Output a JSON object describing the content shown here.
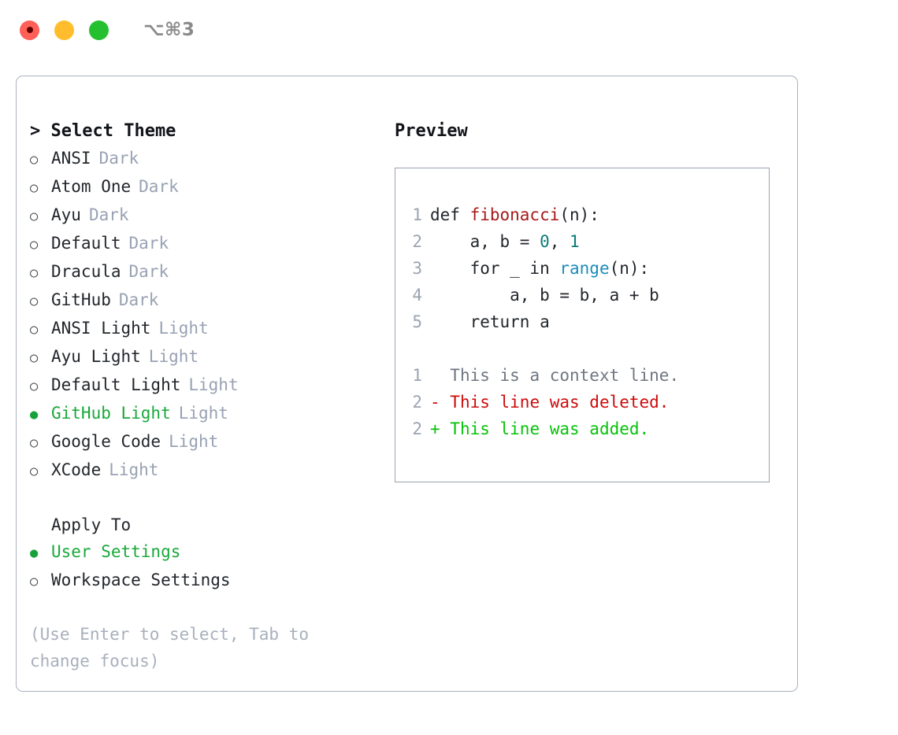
{
  "window": {
    "shortcut": "⌥⌘3",
    "buttons": [
      {
        "name": "close",
        "color": "#ff6058"
      },
      {
        "name": "minimize",
        "color": "#ffbd2e"
      },
      {
        "name": "maximize",
        "color": "#24c02f"
      }
    ]
  },
  "theme_selector": {
    "header": "> Select Theme",
    "marker_unselected": "○",
    "marker_selected": "●",
    "options": [
      {
        "label": "ANSI",
        "badge": "Dark",
        "selected": false
      },
      {
        "label": "Atom One",
        "badge": "Dark",
        "selected": false
      },
      {
        "label": "Ayu",
        "badge": "Dark",
        "selected": false
      },
      {
        "label": "Default",
        "badge": "Dark",
        "selected": false
      },
      {
        "label": "Dracula",
        "badge": "Dark",
        "selected": false
      },
      {
        "label": "GitHub",
        "badge": "Dark",
        "selected": false
      },
      {
        "label": "ANSI Light",
        "badge": "Light",
        "selected": false
      },
      {
        "label": "Ayu Light",
        "badge": "Light",
        "selected": false
      },
      {
        "label": "Default Light",
        "badge": "Light",
        "selected": false
      },
      {
        "label": "GitHub Light",
        "badge": "Light",
        "selected": true
      },
      {
        "label": "Google Code",
        "badge": "Light",
        "selected": false
      },
      {
        "label": "XCode",
        "badge": "Light",
        "selected": false
      }
    ]
  },
  "apply_to": {
    "header": "Apply To",
    "options": [
      {
        "label": "User Settings",
        "selected": true
      },
      {
        "label": "Workspace Settings",
        "selected": false
      }
    ]
  },
  "hint": "(Use Enter to select, Tab to change focus)",
  "preview": {
    "title": "Preview",
    "code_lines": [
      {
        "num": "1",
        "segments": [
          {
            "text": "def ",
            "kind": "plain"
          },
          {
            "text": "fibonacci",
            "kind": "fn"
          },
          {
            "text": "(n):",
            "kind": "plain"
          }
        ]
      },
      {
        "num": "2",
        "segments": [
          {
            "text": "    a, b = ",
            "kind": "plain"
          },
          {
            "text": "0",
            "kind": "num"
          },
          {
            "text": ", ",
            "kind": "plain"
          },
          {
            "text": "1",
            "kind": "num"
          }
        ]
      },
      {
        "num": "3",
        "segments": [
          {
            "text": "    for _ in ",
            "kind": "plain"
          },
          {
            "text": "range",
            "kind": "call"
          },
          {
            "text": "(n):",
            "kind": "plain"
          }
        ]
      },
      {
        "num": "4",
        "segments": [
          {
            "text": "        a, b = b, a + b",
            "kind": "plain"
          }
        ]
      },
      {
        "num": "5",
        "segments": [
          {
            "text": "    return a",
            "kind": "plain"
          }
        ]
      }
    ],
    "diff_lines": [
      {
        "num": "1",
        "sign": " ",
        "text": " This is a context line.",
        "kind": "context"
      },
      {
        "num": "2",
        "sign": "-",
        "text": " This line was deleted.",
        "kind": "deleted"
      },
      {
        "num": "2",
        "sign": "+",
        "text": " This line was added.",
        "kind": "added"
      }
    ]
  },
  "colors": {
    "selected_green": "#19a83a",
    "badge_gray": "#98a2b3",
    "hint_gray": "#a7b0bd",
    "diff_deleted": "#cc0b0b",
    "diff_added": "#06c20a",
    "diff_context": "#6f7680",
    "syntax_function": "#a81919",
    "syntax_number": "#0b7c78",
    "syntax_call": "#1a8cb8",
    "border": "#aab2be"
  }
}
